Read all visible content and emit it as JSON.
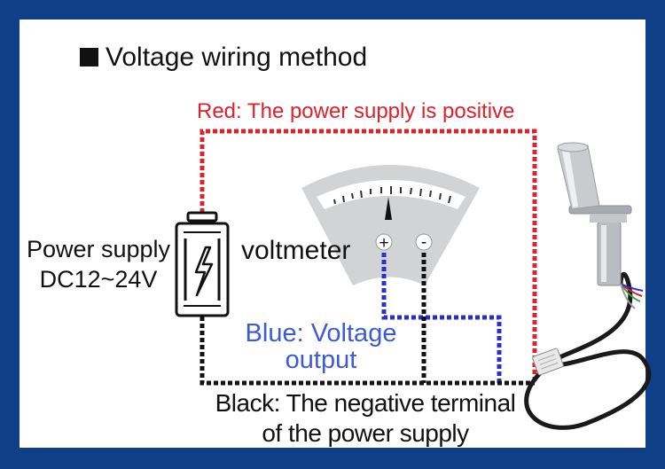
{
  "title": "Voltage wiring method",
  "red_label": "Red: The power supply is positive",
  "power_supply": {
    "line1": "Power supply",
    "line2": "DC12~24V"
  },
  "voltmeter_label": "voltmeter",
  "blue_label": {
    "line1": "Blue: Voltage",
    "line2": "output"
  },
  "black_label": {
    "line1": "Black: The negative terminal",
    "line2": "of the power supply"
  },
  "terminals": {
    "plus": "+",
    "minus": "-"
  },
  "colors": {
    "frame": "#0f3f87",
    "red_wire": "#e0202a",
    "blue_wire": "#2b2fd0",
    "black_wire": "#111111",
    "red_label": "#e0202a",
    "blue_label": "#3d5bd6"
  },
  "icons": [
    "filled-square-icon",
    "battery-icon",
    "lightning-icon",
    "voltmeter-dial-icon",
    "sensor-probe-image"
  ]
}
